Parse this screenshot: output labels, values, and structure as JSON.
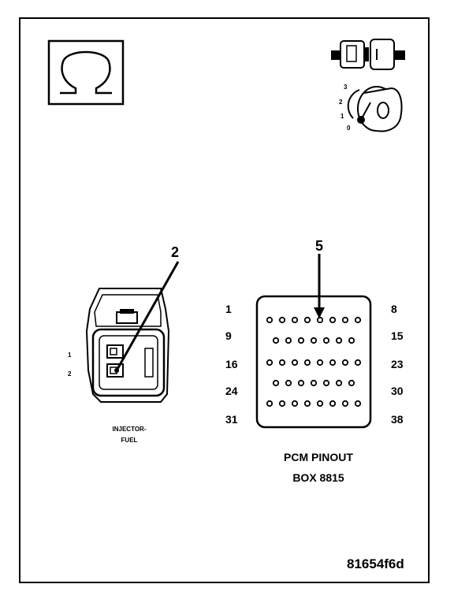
{
  "injector_connector": {
    "callout": "2",
    "pin_labels": [
      "1",
      "2"
    ],
    "caption_line1": "INJECTOR-",
    "caption_line2": "FUEL"
  },
  "pcm_connector": {
    "callout": "5",
    "row_start_labels": [
      "1",
      "9",
      "16",
      "24",
      "31"
    ],
    "row_end_labels": [
      "8",
      "15",
      "23",
      "30",
      "38"
    ],
    "row_pin_counts": [
      8,
      7,
      8,
      7,
      8
    ],
    "caption_line1": "PCM PINOUT",
    "caption_line2": "BOX 8815"
  },
  "key_switch": {
    "positions": [
      "3",
      "2",
      "1",
      "0"
    ]
  },
  "figure_id": "81654f6d",
  "icons": [
    "ohm-meter-icon",
    "connector-unplugged-icon",
    "ignition-key-icon"
  ]
}
